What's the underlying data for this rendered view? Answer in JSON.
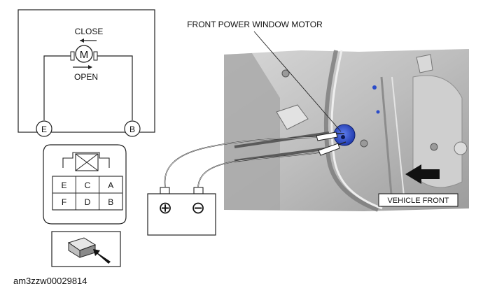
{
  "schematic": {
    "close_label": "CLOSE",
    "open_label": "OPEN",
    "motor_symbol": "M",
    "terminal_left": "E",
    "terminal_right": "B"
  },
  "connector": {
    "pins": [
      [
        "E",
        "C",
        "A"
      ],
      [
        "F",
        "D",
        "B"
      ]
    ]
  },
  "callouts": {
    "motor": "FRONT POWER WINDOW MOTOR",
    "vehicle_front": "VEHICLE FRONT"
  },
  "battery": {
    "positive": "⊕",
    "negative": "⊖"
  },
  "image_code": "am3zzw00029814"
}
